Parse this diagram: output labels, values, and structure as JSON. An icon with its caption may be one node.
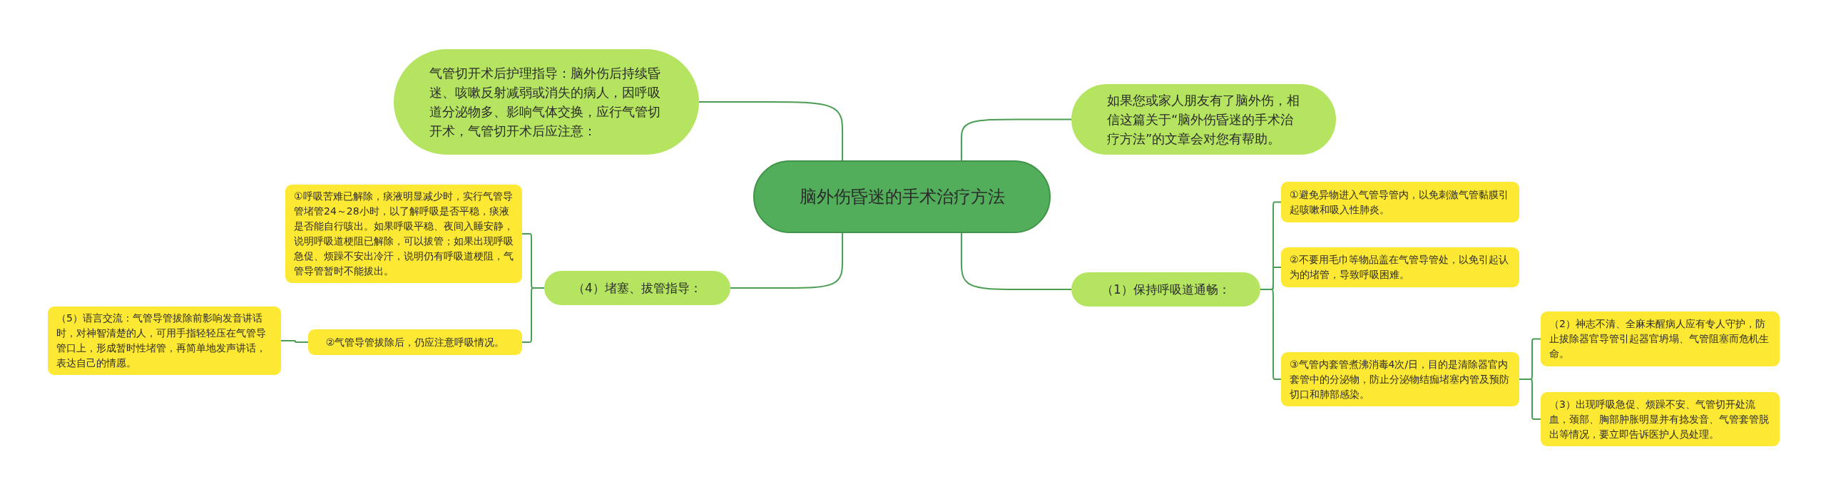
{
  "diagram": {
    "nodes": [
      {
        "text": [
          "脑外伤昏迷的手术治疗方法"
        ]
      },
      {
        "text": [
          "气管切开术后护理指导：脑外伤后持续昏迷、咳嗽反射减弱或消失的病人，因呼吸道分泌物多、影响气体交换，应行气管切开术，气管切开术后应注意："
        ]
      },
      {
        "text": [
          "如果您或家人朋友有了脑外伤，相信这篇关于“脑外伤昏迷的手术治疗方法”的文章会对您有帮助。"
        ]
      },
      {
        "text": [
          "（4）堵塞、拔管指导："
        ]
      },
      {
        "text": [
          "①呼吸苦难已解除，痰液明显减少时，实行气管导管堵管24～28小时，以了解呼吸是否平稳，痰液是否能自行咳出。如果呼吸平稳、夜间入睡安静，说明呼吸道梗阻已解除，可以拔管；如果出现呼吸急促、烦躁不安出冷汗，说明仍有呼吸道梗阻，气管导管暂时不能拔出。"
        ]
      },
      {
        "text": [
          "②气管导管拔除后，仍应注意呼吸情况。"
        ]
      },
      {
        "text": [
          "（5）语言交流：气管导管拔除前影响发音讲话时，对神智清楚的人，可用手指轻轻压在气管导管口上，形成暂时性堵管，再简单地发声讲话，表达自己的情愿。"
        ]
      },
      {
        "text": [
          "（1）保持呼吸道通畅："
        ]
      },
      {
        "text": [
          "①避免异物进入气管导管内，以免刺激气管黏膜引起咳嗽和吸入性肺炎。"
        ]
      },
      {
        "text": [
          "②不要用毛巾等物品盖在气管导管处，以免引起认为的堵管，导致呼吸困难。"
        ]
      },
      {
        "text": [
          "③气管内套管煮沸消毒4次/日，目的是清除器官内套管中的分泌物，防止分泌物结痂堵塞内管及预防切口和肺部感染。"
        ]
      },
      {
        "text": [
          "（2）神志不清、全麻未醒病人应有专人守护，防止拔除器官导管引起器官坍塌、气管阻塞而危机生命。"
        ]
      },
      {
        "text": [
          "（3）出现呼吸急促、烦躁不安、气管切开处流血，颈部、胸部肿胀明显并有捻发音、气管套管脱出等情况，要立即告诉医护人员处理。"
        ]
      }
    ],
    "edges": [
      {
        "from": 0,
        "to": 1,
        "arrow": "none"
      },
      {
        "from": 0,
        "to": 2,
        "arrow": "none"
      },
      {
        "from": 0,
        "to": 3,
        "arrow": "none"
      },
      {
        "from": 3,
        "to": 4,
        "arrow": "none"
      },
      {
        "from": 3,
        "to": 5,
        "arrow": "none"
      },
      {
        "from": 5,
        "to": 6,
        "arrow": "none"
      },
      {
        "from": 0,
        "to": 7,
        "arrow": "none"
      },
      {
        "from": 7,
        "to": 8,
        "arrow": "none"
      },
      {
        "from": 7,
        "to": 9,
        "arrow": "none"
      },
      {
        "from": 7,
        "to": 10,
        "arrow": "none"
      },
      {
        "from": 10,
        "to": 11,
        "arrow": "none"
      },
      {
        "from": 10,
        "to": 12,
        "arrow": "none"
      }
    ]
  }
}
